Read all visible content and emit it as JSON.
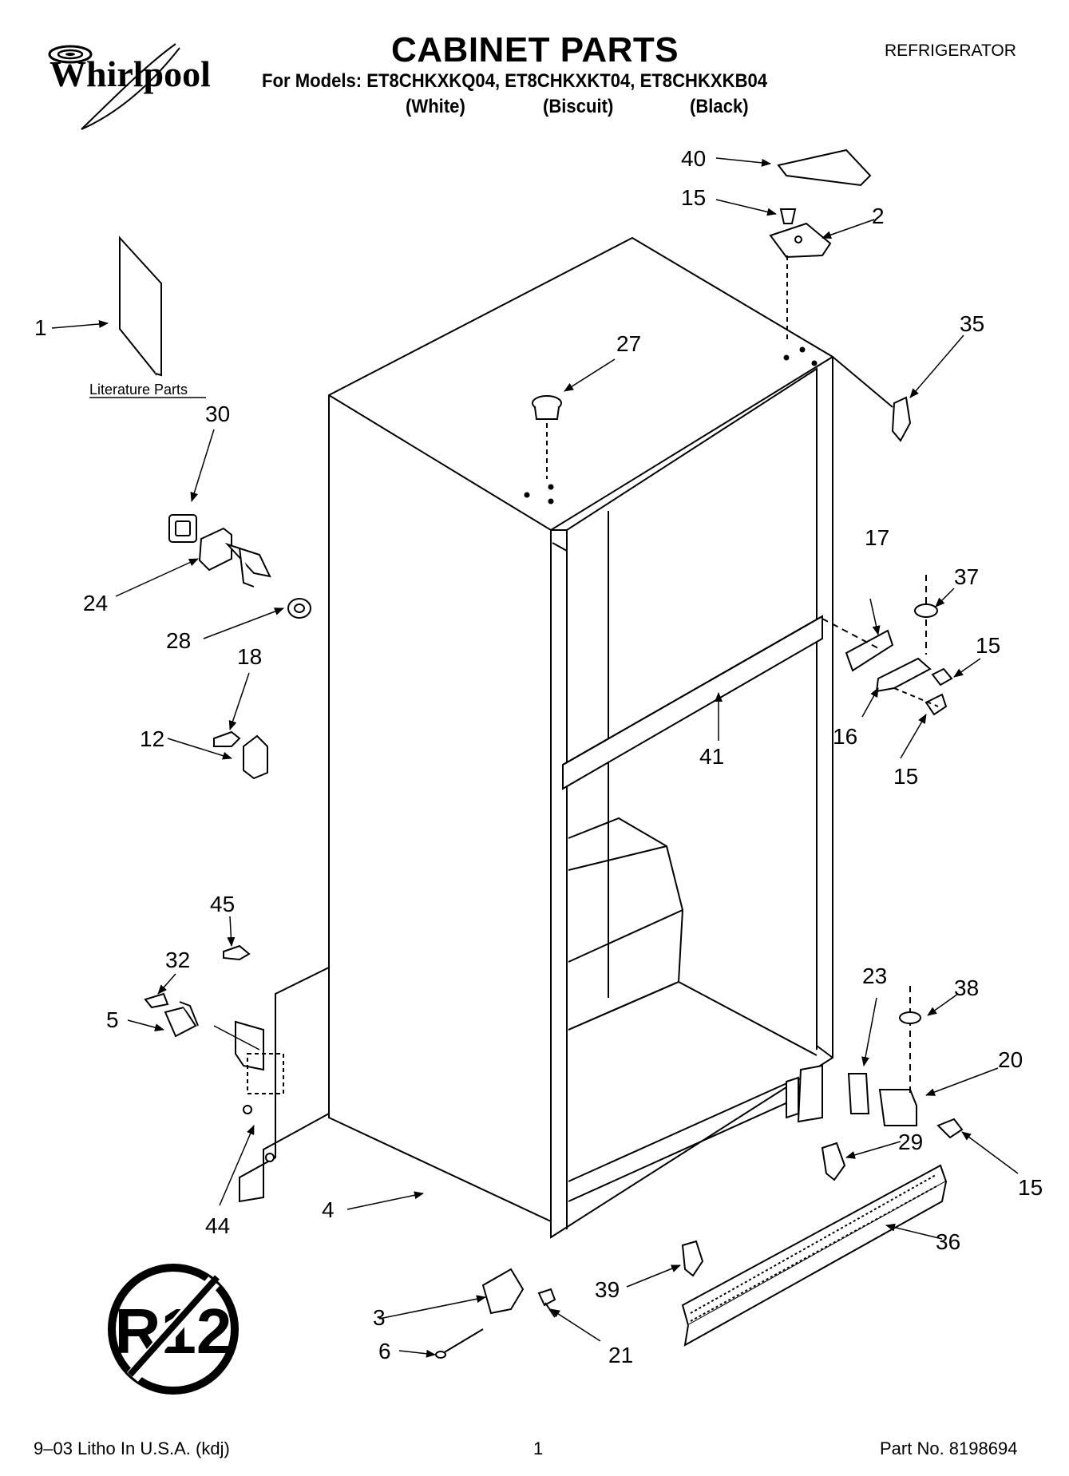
{
  "header": {
    "brand": "Whirlpool",
    "title": "CABINET PARTS",
    "appliance_type": "REFRIGERATOR",
    "models_line": "For Models: ET8CHKXKQ04, ET8CHKXKT04, ET8CHKXKB04",
    "colors": [
      "(White)",
      "(Biscuit)",
      "(Black)"
    ]
  },
  "diagram": {
    "literature_caption": "Literature Parts",
    "callouts": [
      "1",
      "2",
      "3",
      "4",
      "5",
      "6",
      "12",
      "15",
      "15",
      "15",
      "15",
      "15",
      "16",
      "17",
      "18",
      "20",
      "21",
      "23",
      "24",
      "27",
      "28",
      "29",
      "30",
      "32",
      "35",
      "36",
      "37",
      "38",
      "39",
      "40",
      "41",
      "44",
      "45"
    ],
    "badge_text": "R12"
  },
  "footer": {
    "litho": "9–03 Litho In U.S.A. (kdj)",
    "page_number": "1",
    "part_number": "Part No. 8198694"
  }
}
